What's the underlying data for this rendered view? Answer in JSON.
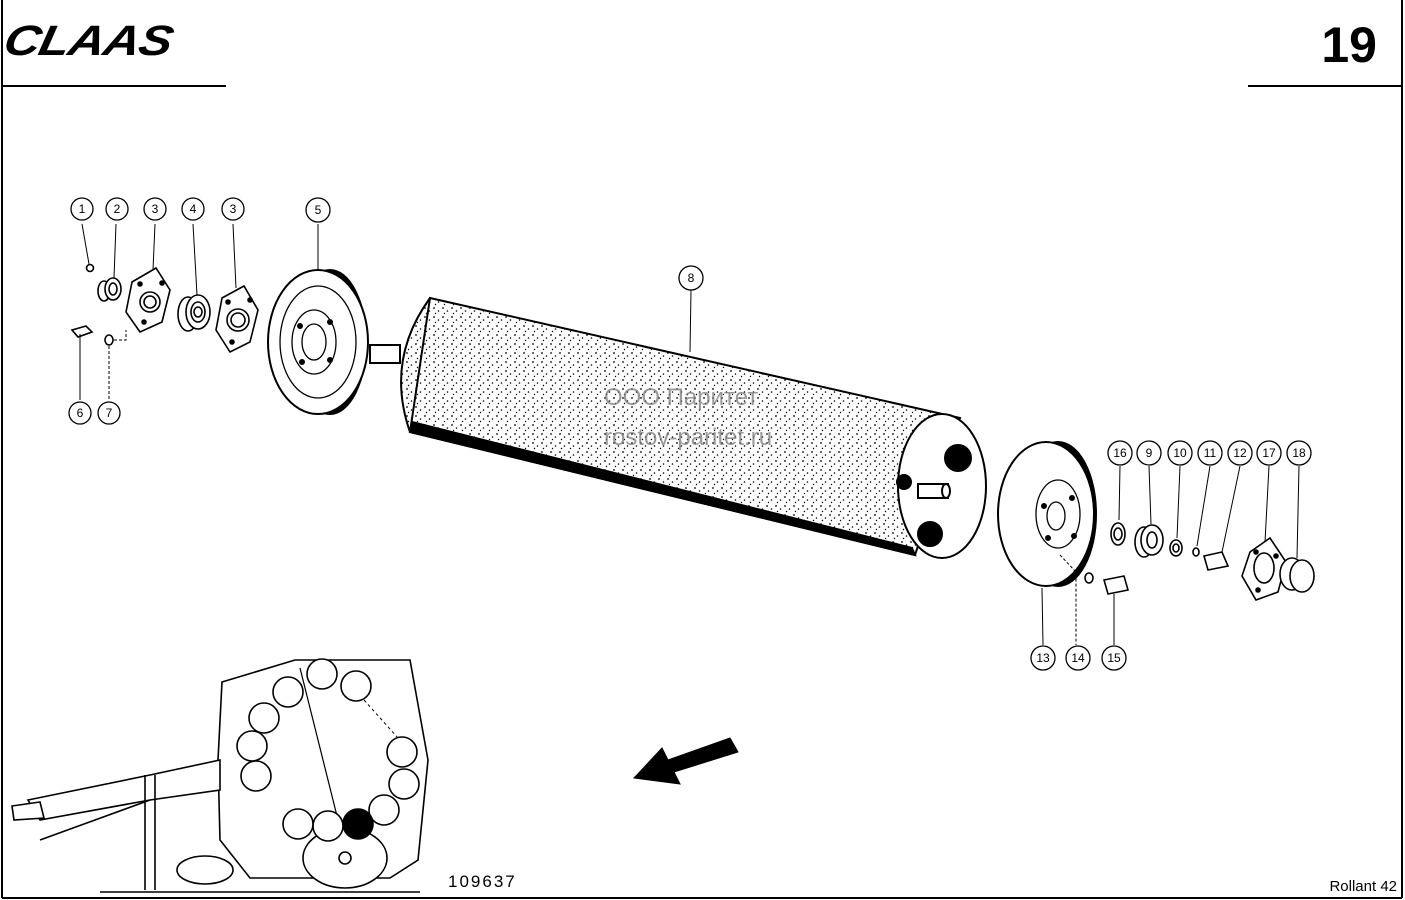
{
  "header": {
    "brand": "CLAAS",
    "page_number": "19"
  },
  "callouts": [
    {
      "label": "1"
    },
    {
      "label": "2"
    },
    {
      "label": "3"
    },
    {
      "label": "4"
    },
    {
      "label": "3"
    },
    {
      "label": "5"
    },
    {
      "label": "6"
    },
    {
      "label": "7"
    },
    {
      "label": "8"
    },
    {
      "label": "16"
    },
    {
      "label": "9"
    },
    {
      "label": "10"
    },
    {
      "label": "11"
    },
    {
      "label": "12"
    },
    {
      "label": "17"
    },
    {
      "label": "18"
    },
    {
      "label": "13"
    },
    {
      "label": "14"
    },
    {
      "label": "15"
    }
  ],
  "watermark": {
    "line1": "ООО Паритет",
    "line2": "rostov-paritet.ru"
  },
  "footer": {
    "drawing_number": "109637",
    "model": "Rollant 42"
  }
}
